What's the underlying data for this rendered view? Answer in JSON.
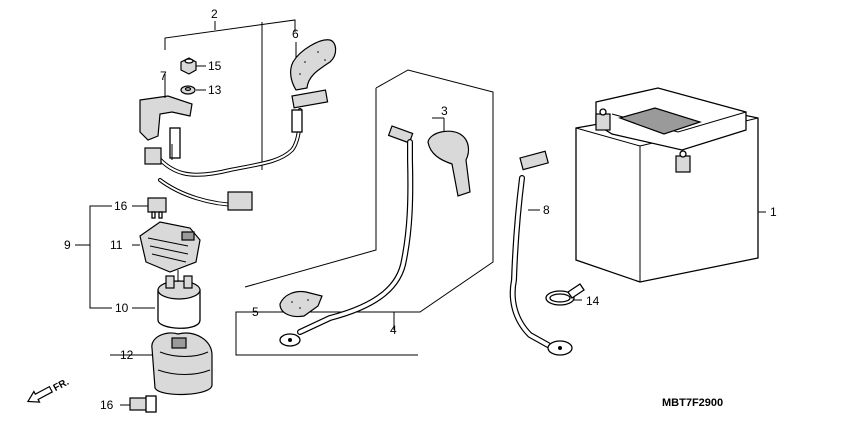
{
  "diagram": {
    "callouts": {
      "c1": "1",
      "c2": "2",
      "c3": "3",
      "c4": "4",
      "c5": "5",
      "c6": "6",
      "c7": "7",
      "c8": "8",
      "c9": "9",
      "c10": "10",
      "c11": "11",
      "c12": "12",
      "c13": "13",
      "c14": "14",
      "c15": "15",
      "c16a": "16",
      "c16b": "16"
    },
    "direction_label": "FR.",
    "drawing_code": "MBT7F2900"
  }
}
